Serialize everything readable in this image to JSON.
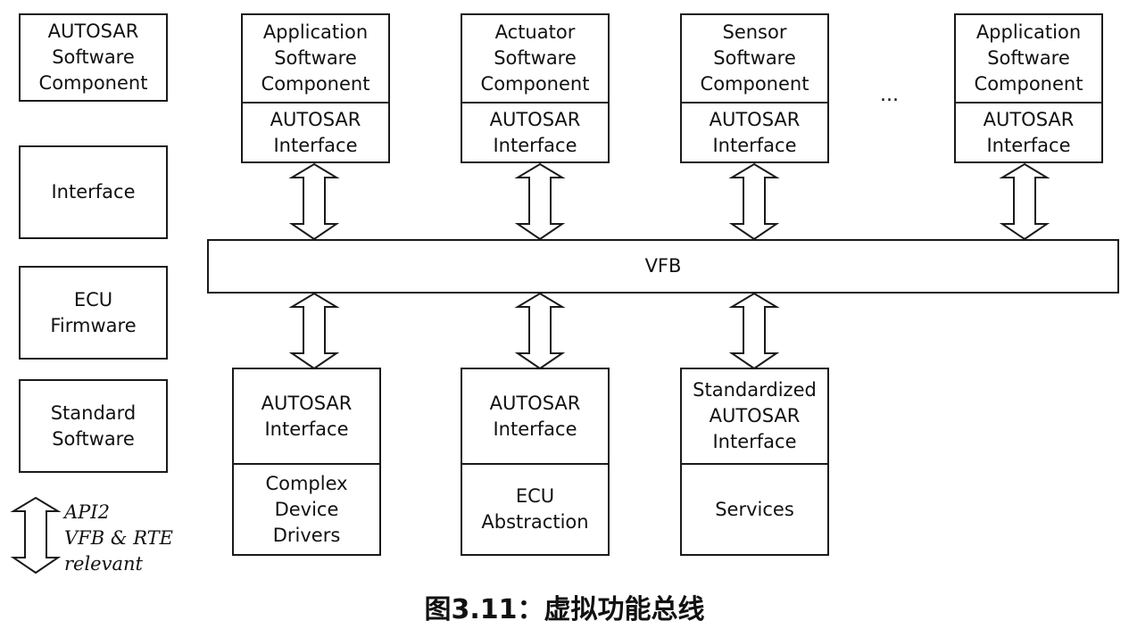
{
  "legend": {
    "component": "AUTOSAR\nSoftware\nComponent",
    "interface": "Interface",
    "ecu_firmware": "ECU\nFirmware",
    "standard_software": "Standard\nSoftware",
    "arrow_lines": [
      "API2",
      "VFB & RTE",
      "relevant"
    ]
  },
  "top_components": [
    {
      "component": "Application\nSoftware\nComponent",
      "interface": "AUTOSAR\nInterface"
    },
    {
      "component": "Actuator\nSoftware\nComponent",
      "interface": "AUTOSAR\nInterface"
    },
    {
      "component": "Sensor\nSoftware\nComponent",
      "interface": "AUTOSAR\nInterface"
    },
    {
      "component": "Application\nSoftware\nComponent",
      "interface": "AUTOSAR\nInterface"
    }
  ],
  "ellipsis": "...",
  "bus": {
    "label": "VFB"
  },
  "bottom_modules": [
    {
      "interface": "AUTOSAR\nInterface",
      "module": "Complex\nDevice\nDrivers"
    },
    {
      "interface": "AUTOSAR\nInterface",
      "module": "ECU\nAbstraction"
    },
    {
      "interface": "Standardized\nAUTOSAR\nInterface",
      "module": "Services"
    }
  ],
  "caption": "图3.11：虚拟功能总线"
}
